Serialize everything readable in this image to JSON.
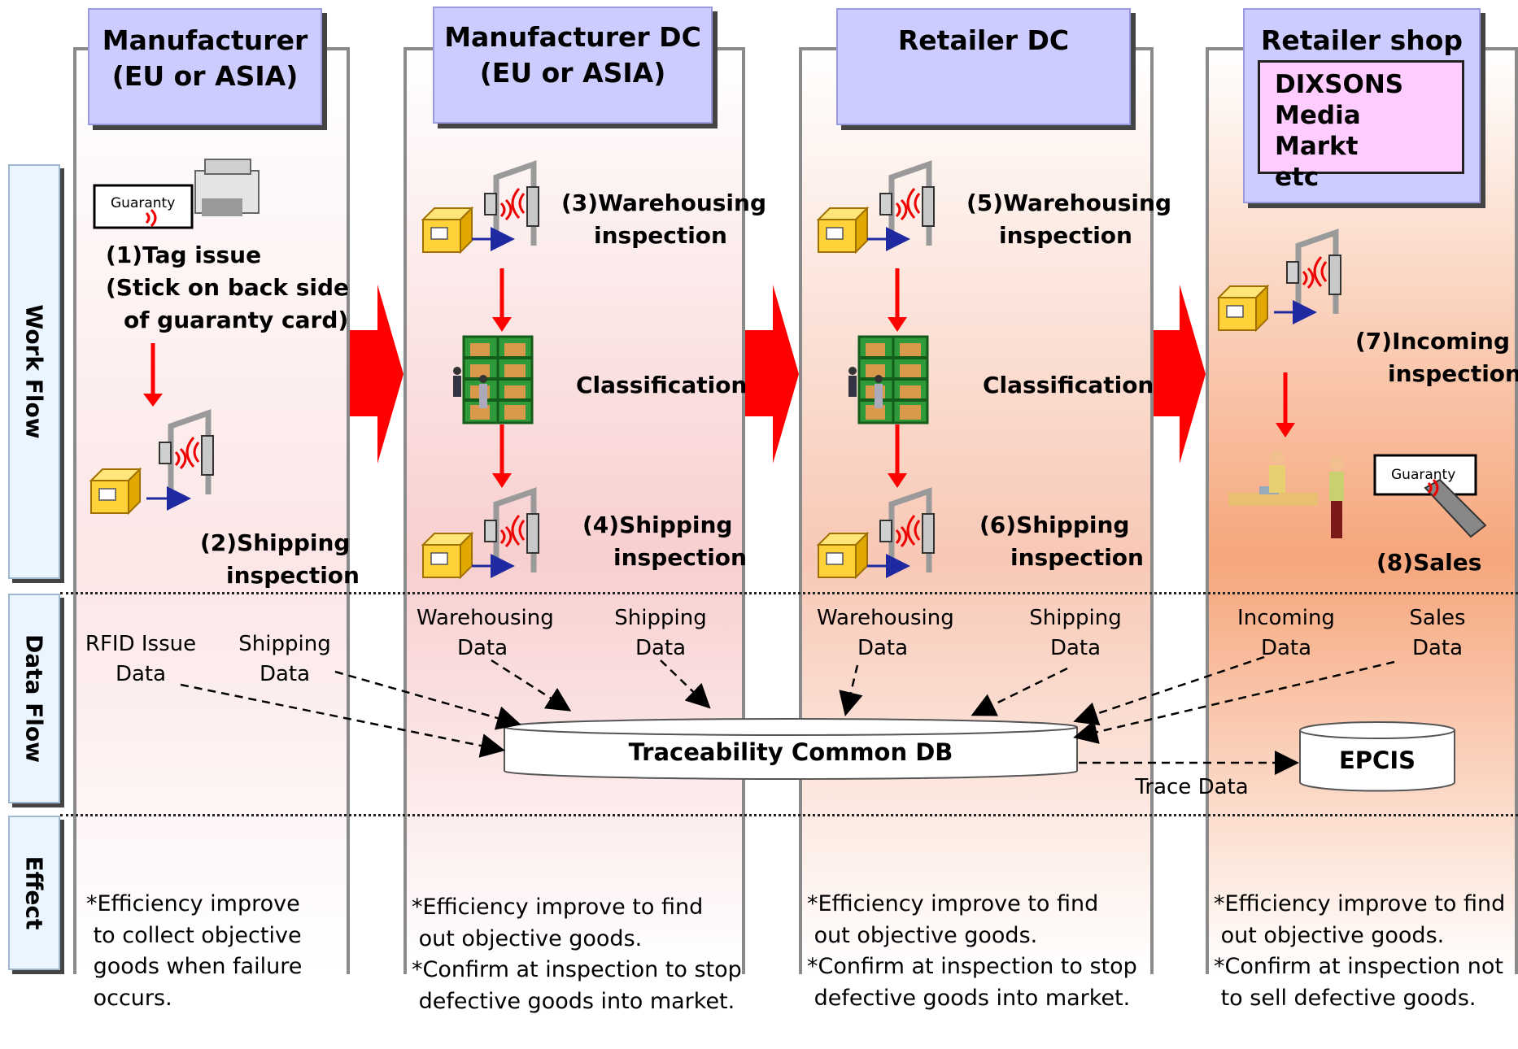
{
  "headers": {
    "manufacturer": [
      "Manufacturer",
      "(EU or ASIA)"
    ],
    "manufacturer_dc": [
      "Manufacturer DC",
      "(EU or ASIA)"
    ],
    "retailer_dc": "Retailer DC",
    "retailer_shop": "Retailer shop",
    "shop_names": [
      "DIXSONS",
      "Media Markt",
      "etc"
    ]
  },
  "rows": {
    "work_flow": "Work Flow",
    "data_flow": "Data Flow",
    "effect": "Effect"
  },
  "card_label": "Guaranty",
  "steps": {
    "s1": [
      "(1)Tag issue",
      "(Stick on back side",
      "of guaranty card)"
    ],
    "s2": [
      "(2)Shipping",
      "inspection"
    ],
    "s3": [
      "(3)Warehousing",
      "inspection"
    ],
    "s4": [
      "(4)Shipping",
      "inspection"
    ],
    "s5": [
      "(5)Warehousing",
      "inspection"
    ],
    "s6": [
      "(6)Shipping",
      "inspection"
    ],
    "s7": [
      "(7)Incoming",
      "inspection"
    ],
    "s8": "(8)Sales",
    "classification": "Classification"
  },
  "data_labels": {
    "rfid_issue": [
      "RFID Issue",
      "Data"
    ],
    "shipping_1": [
      "Shipping",
      "Data"
    ],
    "warehousing_1": [
      "Warehousing",
      "Data"
    ],
    "shipping_2": [
      "Shipping",
      "Data"
    ],
    "warehousing_2": [
      "Warehousing",
      "Data"
    ],
    "shipping_3": [
      "Shipping",
      "Data"
    ],
    "incoming": [
      "Incoming",
      "Data"
    ],
    "sales": [
      "Sales",
      "Data"
    ]
  },
  "databases": {
    "common_db": "Traceability Common DB",
    "epcis": "EPCIS",
    "trace_data": "Trace Data"
  },
  "effects": {
    "manufacturer": [
      "*Efficiency improve",
      " to collect objective",
      " goods when failure",
      " occurs."
    ],
    "manufacturer_dc": [
      "*Efficiency improve to find",
      " out objective goods.",
      "*Confirm at inspection to stop",
      " defective goods into market."
    ],
    "retailer_dc": [
      "*Efficiency improve to find",
      " out objective goods.",
      "*Confirm at inspection to stop",
      " defective goods into market."
    ],
    "retailer_shop": [
      "*Efficiency improve to find",
      " out objective goods.",
      "*Confirm at inspection not",
      " to sell defective goods."
    ]
  },
  "colors": {
    "header_fill": "#ccccff",
    "flow_arrow": "#ff0000",
    "shop_fill": "#ffccff",
    "column_border": "#8a8a8a"
  },
  "icons": [
    "printer-icon",
    "rfid-gate-icon",
    "box-icon",
    "warehouse-shelf-icon",
    "shop-counter-icon",
    "handheld-reader-icon",
    "database-icon"
  ]
}
